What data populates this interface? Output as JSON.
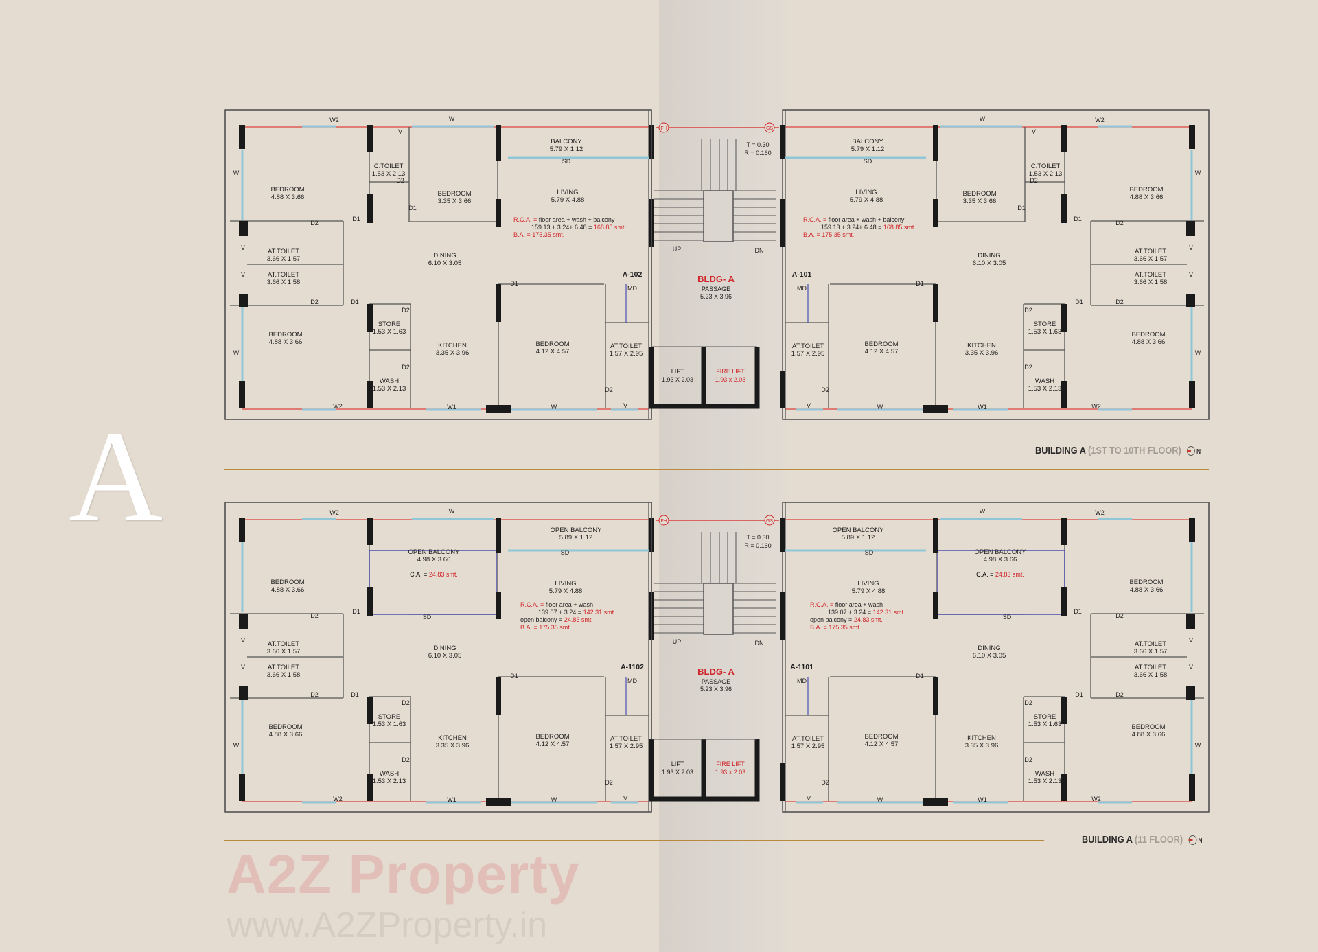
{
  "brand": {
    "letter": "A",
    "watermark_logo": "A2Z Property",
    "watermark_url": "www.A2ZProperty.in"
  },
  "colors": {
    "background": "#e5dcd1",
    "wall": "#555555",
    "column": "#1a1a1a",
    "window": "#8fc7d8",
    "red_line": "#d9413a",
    "door_line": "#4b4fb0",
    "accent_red": "#d0262b",
    "gold_rule": "#b98a3c"
  },
  "plans": [
    {
      "title_main": "BUILDING A",
      "title_sub": "(1ST TO 10TH FLOOR)",
      "north": "N",
      "core": {
        "fh": "FH",
        "gs": "GS",
        "tread": "T = 0.30",
        "riser": "R = 0.160",
        "up": "UP",
        "dn": "DN",
        "bldg": "BLDG- A",
        "passage": "PASSAGE",
        "passage_dims": "5.23 X 3.96",
        "lift": "LIFT",
        "lift_dims": "1.93 X 2.03",
        "fire_lift": "FIRE LIFT",
        "fire_lift_dims": "1.93 x 2.03"
      },
      "units": [
        {
          "id": "A-102",
          "md": "MD",
          "rooms": [
            {
              "name": "BEDROOM",
              "dims": "4.88 X 3.66"
            },
            {
              "name": "C.TOILET",
              "dims": "1.53 X 2.13"
            },
            {
              "name": "BEDROOM",
              "dims": "3.35 X 3.66"
            },
            {
              "name": "BALCONY",
              "dims": "5.79 X 1.12"
            },
            {
              "name": "LIVING",
              "dims": "5.79 X 4.88"
            },
            {
              "name": "AT.TOILET",
              "dims": "3.66 X 1.57"
            },
            {
              "name": "AT.TOILET",
              "dims": "3.66 X 1.58"
            },
            {
              "name": "DINING",
              "dims": "6.10 X 3.05"
            },
            {
              "name": "BEDROOM",
              "dims": "4.88 X 3.66"
            },
            {
              "name": "STORE",
              "dims": "1.53 X 1.63"
            },
            {
              "name": "WASH",
              "dims": "1.53 X 2.13"
            },
            {
              "name": "KITCHEN",
              "dims": "3.35 X 3.96"
            },
            {
              "name": "BEDROOM",
              "dims": "4.12 X 4.57"
            },
            {
              "name": "AT.TOILET",
              "dims": "1.57 X 2.95"
            }
          ],
          "openings": [
            "W2",
            "W",
            "V",
            "W",
            "D2",
            "D1",
            "D1",
            "D2",
            "V",
            "V",
            "D2",
            "D1",
            "D2",
            "D2",
            "D1",
            "W",
            "W2",
            "W1",
            "W",
            "V",
            "D2",
            "SD"
          ],
          "notes": [
            [
              {
                "text": "R.C.A. = ",
                "hl": true
              },
              {
                "text": " floor area +  wash + balcony",
                "hl": false
              }
            ],
            [
              {
                "text": "159.13 + 3.24+ 6.48 = ",
                "hl": false
              },
              {
                "text": "168.85 smt.",
                "hl": true
              }
            ],
            [
              {
                "text": "B.A. =  175.35 smt.",
                "hl": true
              }
            ]
          ]
        },
        {
          "id": "A-101",
          "md": "MD",
          "rooms": [
            {
              "name": "BEDROOM",
              "dims": "4.88 X 3.66"
            },
            {
              "name": "C.TOILET",
              "dims": "1.53 X 2.13"
            },
            {
              "name": "BEDROOM",
              "dims": "3.35 X 3.66"
            },
            {
              "name": "BALCONY",
              "dims": "5.79 X 1.12"
            },
            {
              "name": "LIVING",
              "dims": "5.79 X 4.88"
            },
            {
              "name": "AT.TOILET",
              "dims": "3.66 X 1.57"
            },
            {
              "name": "AT.TOILET",
              "dims": "3.66 X 1.58"
            },
            {
              "name": "DINING",
              "dims": "6.10 X 3.05"
            },
            {
              "name": "BEDROOM",
              "dims": "4.88 X 3.66"
            },
            {
              "name": "STORE",
              "dims": "1.53 X 1.63"
            },
            {
              "name": "WASH",
              "dims": "1.53 X 2.13"
            },
            {
              "name": "KITCHEN",
              "dims": "3.35 X 3.96"
            },
            {
              "name": "BEDROOM",
              "dims": "4.12 X 4.57"
            },
            {
              "name": "AT.TOILET",
              "dims": "1.57 X 2.95"
            }
          ],
          "openings": [
            "W2",
            "W",
            "V",
            "W",
            "D2",
            "D1",
            "D1",
            "D2",
            "V",
            "V",
            "D2",
            "D1",
            "D2",
            "D2",
            "D1",
            "W",
            "W2",
            "W1",
            "W",
            "V",
            "D2",
            "SD"
          ],
          "notes": [
            [
              {
                "text": "R.C.A. = ",
                "hl": true
              },
              {
                "text": " floor area +  wash + balcony",
                "hl": false
              }
            ],
            [
              {
                "text": "159.13 + 3.24+ 6.48 = ",
                "hl": false
              },
              {
                "text": "168.85 smt.",
                "hl": true
              }
            ],
            [
              {
                "text": "B.A. =  175.35 smt.",
                "hl": true
              }
            ]
          ]
        }
      ]
    },
    {
      "title_main": "BUILDING A",
      "title_sub": "(11 FLOOR)",
      "north": "N",
      "core": {
        "fh": "FH",
        "gs": "GS",
        "tread": "T = 0.30",
        "riser": "R = 0.160",
        "up": "UP",
        "dn": "DN",
        "bldg": "BLDG- A",
        "passage": "PASSAGE",
        "passage_dims": "5.23 X 3.96",
        "lift": "LIFT",
        "lift_dims": "1.93 X 2.03",
        "fire_lift": "FIRE LIFT",
        "fire_lift_dims": "1.93 x 2.03"
      },
      "units": [
        {
          "id": "A-1102",
          "md": "MD",
          "rooms": [
            {
              "name": "BEDROOM",
              "dims": "4.88 X 3.66"
            },
            {
              "name": "OPEN BALCONY",
              "dims": "4.98 X 3.66"
            },
            {
              "name": "OPEN BALCONY",
              "dims": "5.89 X 1.12"
            },
            {
              "name": "LIVING",
              "dims": "5.79 X 4.88"
            },
            {
              "name": "AT.TOILET",
              "dims": "3.66 X 1.57"
            },
            {
              "name": "AT.TOILET",
              "dims": "3.66 X 1.58"
            },
            {
              "name": "DINING",
              "dims": "6.10 X 3.05"
            },
            {
              "name": "BEDROOM",
              "dims": "4.88 X 3.66"
            },
            {
              "name": "STORE",
              "dims": "1.53 X 1.63"
            },
            {
              "name": "WASH",
              "dims": "1.53 X 2.13"
            },
            {
              "name": "KITCHEN",
              "dims": "3.35 X 3.96"
            },
            {
              "name": "BEDROOM",
              "dims": "4.12 X 4.57"
            },
            {
              "name": "AT.TOILET",
              "dims": "1.57 X 2.95"
            }
          ],
          "ca": [
            {
              "text": "C.A. = ",
              "hl": false
            },
            {
              "text": "24.83 smt.",
              "hl": true
            }
          ],
          "openings": [
            "W2",
            "W",
            "D1",
            "D2",
            "V",
            "V",
            "D2",
            "D1",
            "D2",
            "D2",
            "D1",
            "W",
            "W2",
            "W1",
            "W",
            "V",
            "D2",
            "SD",
            "SD"
          ],
          "notes": [
            [
              {
                "text": "R.C.A. = ",
                "hl": true
              },
              {
                "text": " floor area +  wash",
                "hl": false
              }
            ],
            [
              {
                "text": "139.07 + 3.24 = ",
                "hl": false
              },
              {
                "text": "142.31 smt.",
                "hl": true
              }
            ],
            [
              {
                "text": "open balcony = ",
                "hl": false
              },
              {
                "text": "24.83 smt.",
                "hl": true
              }
            ],
            [
              {
                "text": "B.A. =  175.35 smt.",
                "hl": true
              }
            ]
          ]
        },
        {
          "id": "A-1101",
          "md": "MD",
          "rooms": [
            {
              "name": "BEDROOM",
              "dims": "4.88 X 3.66"
            },
            {
              "name": "OPEN BALCONY",
              "dims": "4.98 X 3.66"
            },
            {
              "name": "OPEN BALCONY",
              "dims": "5.89 X 1.12"
            },
            {
              "name": "LIVING",
              "dims": "5.79 X 4.88"
            },
            {
              "name": "AT.TOILET",
              "dims": "3.66 X 1.57"
            },
            {
              "name": "AT.TOILET",
              "dims": "3.66 X 1.58"
            },
            {
              "name": "DINING",
              "dims": "6.10 X 3.05"
            },
            {
              "name": "BEDROOM",
              "dims": "4.88 X 3.66"
            },
            {
              "name": "STORE",
              "dims": "1.53 X 1.63"
            },
            {
              "name": "WASH",
              "dims": "1.53 X 2.13"
            },
            {
              "name": "KITCHEN",
              "dims": "3.35 X 3.96"
            },
            {
              "name": "BEDROOM",
              "dims": "4.12 X 4.57"
            },
            {
              "name": "AT.TOILET",
              "dims": "1.57 X 2.95"
            }
          ],
          "ca": [
            {
              "text": "C.A. = ",
              "hl": false
            },
            {
              "text": "24.83 smt.",
              "hl": true
            }
          ],
          "openings": [
            "W2",
            "W",
            "D1",
            "D2",
            "V",
            "V",
            "D2",
            "D1",
            "D2",
            "D2",
            "D1",
            "W",
            "W2",
            "W1",
            "W",
            "V",
            "D2",
            "SD",
            "SD"
          ],
          "notes": [
            [
              {
                "text": "R.C.A. = ",
                "hl": true
              },
              {
                "text": " floor area +  wash",
                "hl": false
              }
            ],
            [
              {
                "text": "139.07 + 3.24 = ",
                "hl": false
              },
              {
                "text": "142.31 smt.",
                "hl": true
              }
            ],
            [
              {
                "text": "open balcony = ",
                "hl": false
              },
              {
                "text": "24.83 smt.",
                "hl": true
              }
            ],
            [
              {
                "text": "B.A. =  175.35 smt.",
                "hl": true
              }
            ]
          ]
        }
      ]
    }
  ]
}
